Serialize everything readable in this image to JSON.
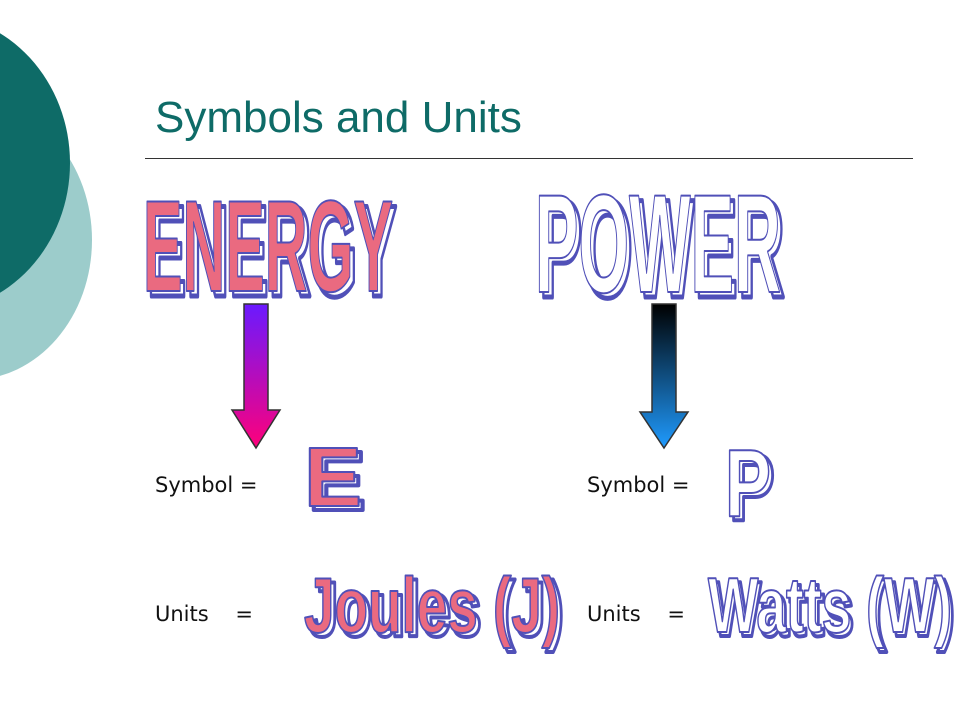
{
  "slide": {
    "title": "Symbols and Units",
    "colors": {
      "teal_dark": "#0e6b67",
      "teal_light": "#9ccccb",
      "energy_fill": "#ea6a80",
      "power_fill": "#ffffff",
      "wordart_outline": "#5050b8"
    },
    "columns": [
      {
        "heading": "ENERGY",
        "symbol_label": "Symbol =",
        "symbol_value": "E",
        "units_label": "Units    =",
        "units_value": "Joules (J)",
        "arrow_gradient": [
          "#6a1aff",
          "#ff007a"
        ]
      },
      {
        "heading": "POWER",
        "symbol_label": "Symbol =",
        "symbol_value": "P",
        "units_label": "Units    =",
        "units_value": "Watts (W)",
        "arrow_gradient": [
          "#000000",
          "#1f9bff"
        ]
      }
    ]
  }
}
